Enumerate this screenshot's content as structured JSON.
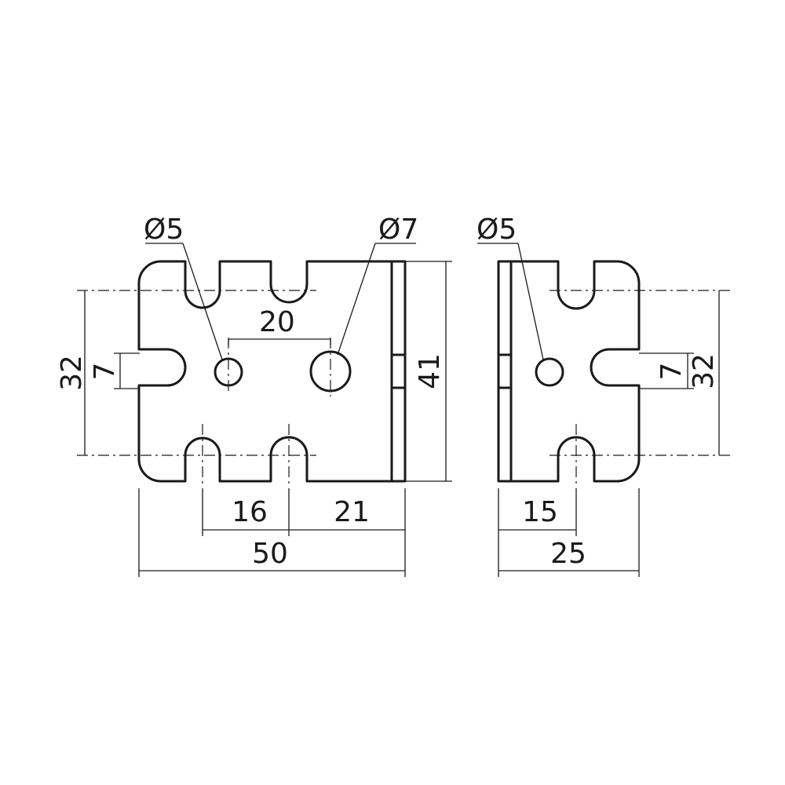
{
  "labels": {
    "front_hole_small": "Ø5",
    "front_hole_large": "Ø7",
    "side_hole": "Ø5",
    "front_hole_spacing": "20",
    "front_height_outer": "32",
    "front_slot_width": "7",
    "front_total_height": "41",
    "front_slot_pitch": "16",
    "front_slot_to_edge": "21",
    "front_total_width": "50",
    "side_slot_width": "7",
    "side_height_outer": "32",
    "side_slot_offset": "15",
    "side_total_width": "25"
  }
}
